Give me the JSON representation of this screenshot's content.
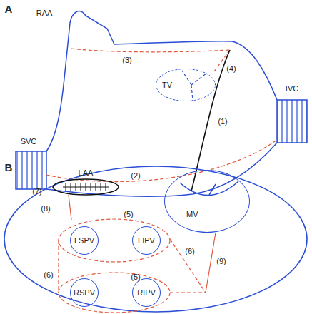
{
  "diagram": {
    "nodes": [
      {
        "text": [
          "TV"
        ]
      },
      {
        "text": [
          "LAA"
        ]
      },
      {
        "text": [
          "MV"
        ]
      },
      {
        "text": [
          "LSPV"
        ]
      },
      {
        "text": [
          "LIPV"
        ]
      },
      {
        "text": [
          "RSPV"
        ]
      },
      {
        "text": [
          "RIPV"
        ]
      }
    ],
    "labels": [
      "A",
      "RAA",
      "(3)",
      "(4)",
      "(1)",
      "SVC",
      "IVC",
      "(2)",
      "B",
      "(7)",
      "(8)",
      "(5)",
      "(6)",
      "(9)",
      "(6)",
      "(5)"
    ]
  }
}
